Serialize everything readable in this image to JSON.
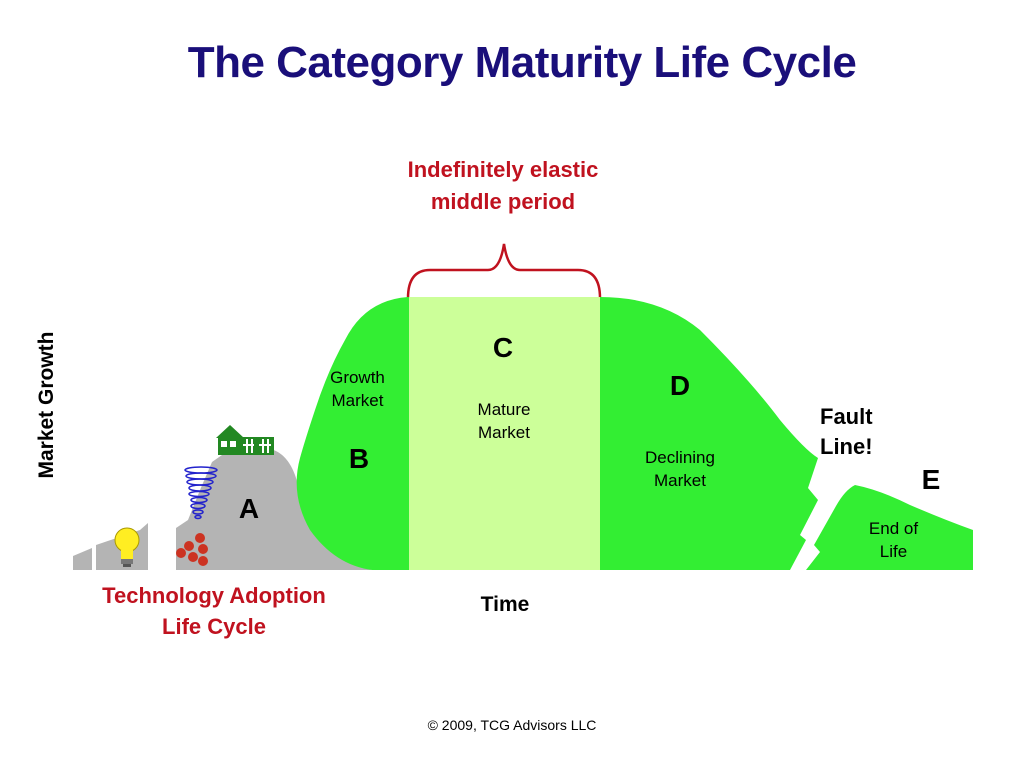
{
  "title": "The Category Maturity Life Cycle",
  "middle_period_label": {
    "line1": "Indefinitely elastic",
    "line2": "middle period"
  },
  "y_axis_label": "Market Growth",
  "x_axis_label": "Time",
  "technology_adoption_label": {
    "line1": "Technology Adoption",
    "line2": "Life Cycle"
  },
  "phases": {
    "a": {
      "letter": "A"
    },
    "b": {
      "letter": "B",
      "line1": "Growth",
      "line2": "Market"
    },
    "c": {
      "letter": "C",
      "line1": "Mature",
      "line2": "Market"
    },
    "d": {
      "letter": "D",
      "line1": "Declining",
      "line2": "Market"
    },
    "e": {
      "letter": "E",
      "line1": "End of",
      "line2": "Life"
    }
  },
  "fault_line": {
    "line1": "Fault",
    "line2": "Line!"
  },
  "copyright": "© 2009, TCG Advisors LLC",
  "colors": {
    "title": "#1a0f7a",
    "accent_red": "#c0121f",
    "growth_green": "#33ee33",
    "mature_green": "#ccff99",
    "adoption_gray": "#b4b4b4",
    "bulb_yellow": "#ffee22",
    "tornado_blue": "#2222cc",
    "house_green": "#228822",
    "bowling_red": "#cc3322"
  },
  "icons": [
    "light-bulb-icon",
    "bowling-pins-icon",
    "tornado-icon",
    "main-street-house-icon"
  ]
}
